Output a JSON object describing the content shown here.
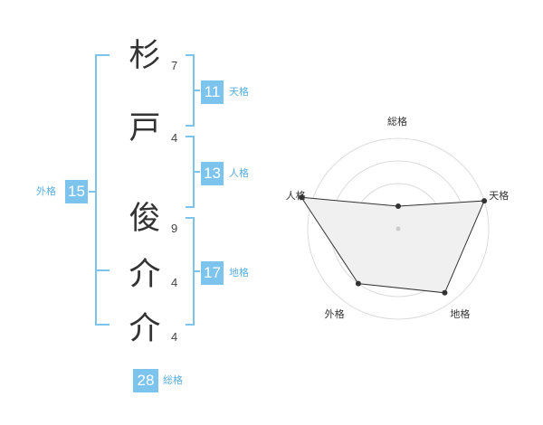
{
  "name": {
    "characters": [
      {
        "char": "杉",
        "strokes": "7"
      },
      {
        "char": "戸",
        "strokes": "4"
      },
      {
        "char": "俊",
        "strokes": "9"
      },
      {
        "char": "介",
        "strokes": "4"
      },
      {
        "char": "介",
        "strokes": "4"
      }
    ]
  },
  "fortunes": {
    "tenkaku": {
      "value": "11",
      "label": "天格"
    },
    "jinkaku": {
      "value": "13",
      "label": "人格"
    },
    "chikaku": {
      "value": "17",
      "label": "地格"
    },
    "gaikaku": {
      "value": "15",
      "label": "外格"
    },
    "soukaku": {
      "value": "28",
      "label": "総格"
    }
  },
  "colors": {
    "accent": "#7cc3ee",
    "label_text": "#5aaee4"
  },
  "chart_data": {
    "type": "radar",
    "axes": [
      "総格",
      "天格",
      "地格",
      "外格",
      "人格"
    ],
    "rings": 4,
    "max": 4,
    "values": [
      1,
      4,
      3.5,
      3,
      4.5
    ]
  }
}
